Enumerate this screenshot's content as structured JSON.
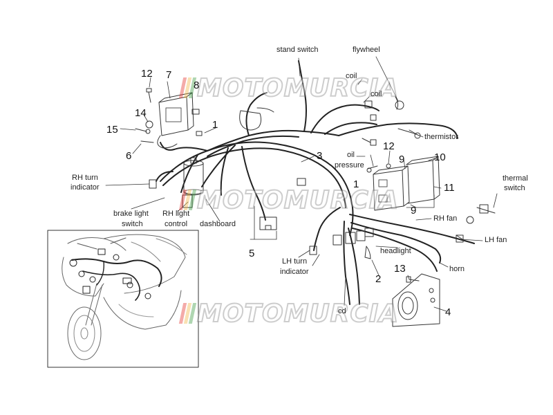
{
  "labels": {
    "stand_switch": "stand switch",
    "flywheel": "flywheel",
    "coil_1": "coil",
    "coil_2": "coil",
    "thermistor": "thermistor",
    "oil_pressure_1": "oil",
    "oil_pressure_2": "pressure",
    "thermal_switch_1": "thermal",
    "thermal_switch_2": "switch",
    "rh_turn_indicator_1": "RH turn",
    "rh_turn_indicator_2": "indicator",
    "brake_light_switch_1": "brake light",
    "brake_light_switch_2": "switch",
    "rh_light_control_1": "RH light",
    "rh_light_control_2": "control",
    "dashboard": "dashboard",
    "rh_fan": "RH fan",
    "lh_fan": "LH fan",
    "headlight": "headlight",
    "horn": "horn",
    "lh_turn_indicator_1": "LH turn",
    "lh_turn_indicator_2": "indicator",
    "cd": "cd"
  },
  "callouts": {
    "n1a": "1",
    "n1b": "1",
    "n2": "2",
    "n3": "3",
    "n4": "4",
    "n5": "5",
    "n6": "6",
    "n7": "7",
    "n8": "8",
    "n9a": "9",
    "n9b": "9",
    "n10": "10",
    "n11": "11",
    "n12a": "12",
    "n12b": "12",
    "n13": "13",
    "n14": "14",
    "n15": "15"
  },
  "watermark": {
    "text": "MOTOMURCIA",
    "bar_colors": [
      "#e53935",
      "#f2b84b",
      "#43a047"
    ]
  }
}
